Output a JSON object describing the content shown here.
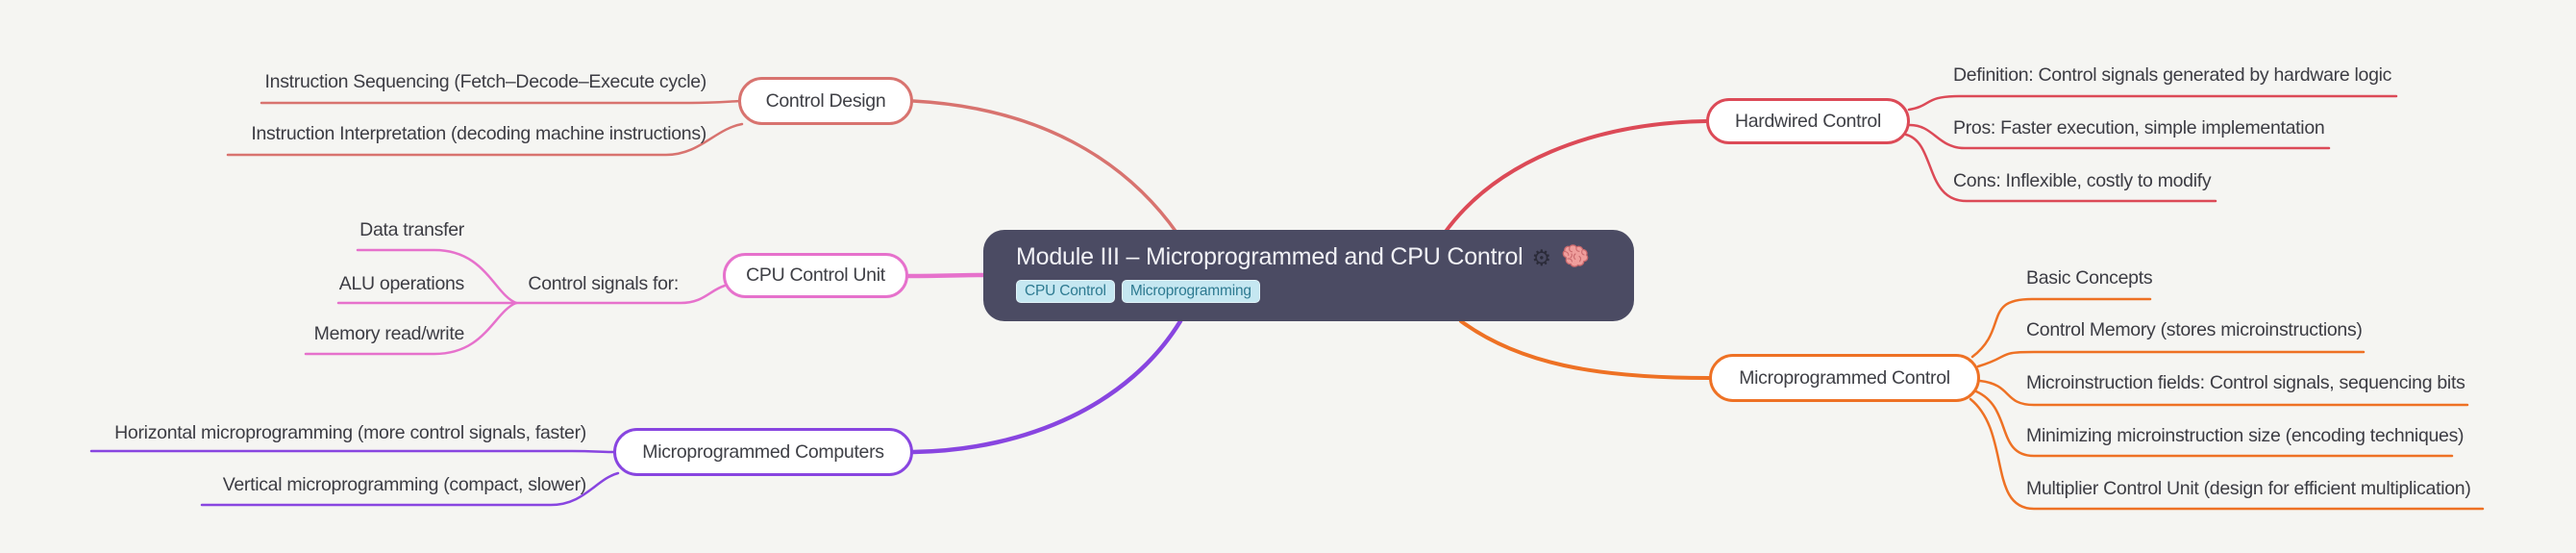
{
  "canvas": {
    "bg": "#f5f5f2"
  },
  "root": {
    "title": "Module III – Microprogrammed and CPU Control",
    "gear_glyph": "⚙",
    "icons": [
      "gear-icon",
      "brain-icon"
    ],
    "bg": "#4b4b63",
    "text_color": "#f2f2f6",
    "tag_bg": "#c5e7f1",
    "tag_text": "#2d7a91",
    "tags": [
      {
        "label": "CPU Control"
      },
      {
        "label": "Microprogramming"
      }
    ]
  },
  "branches": [
    {
      "label": "Control Design",
      "color": "#d8736f",
      "side": "left",
      "children": [
        {
          "label": "Instruction Sequencing (Fetch–Decode–Execute cycle)"
        },
        {
          "label": "Instruction Interpretation (decoding machine instructions)"
        }
      ]
    },
    {
      "label": "CPU Control Unit",
      "color": "#e671cc",
      "side": "left",
      "children": [
        {
          "label": "Control signals for:",
          "children": [
            {
              "label": "Data transfer"
            },
            {
              "label": "ALU operations"
            },
            {
              "label": "Memory read/write"
            }
          ]
        }
      ]
    },
    {
      "label": "Microprogrammed Computers",
      "color": "#8845e0",
      "side": "left",
      "children": [
        {
          "label": "Horizontal microprogramming (more control signals, faster)"
        },
        {
          "label": "Vertical microprogramming (compact, slower)"
        }
      ]
    },
    {
      "label": "Hardwired Control",
      "color": "#dc4a57",
      "side": "right",
      "children": [
        {
          "label": "Definition: Control signals generated by hardware logic"
        },
        {
          "label": "Pros: Faster execution, simple implementation"
        },
        {
          "label": "Cons: Inflexible, costly to modify"
        }
      ]
    },
    {
      "label": "Microprogrammed Control",
      "color": "#ee7124",
      "side": "right",
      "children": [
        {
          "label": "Basic Concepts"
        },
        {
          "label": "Control Memory (stores microinstructions)"
        },
        {
          "label": "Microinstruction fields: Control signals, sequencing bits"
        },
        {
          "label": "Minimizing microinstruction size (encoding techniques)"
        },
        {
          "label": "Multiplier Control Unit (design for efficient multiplication)"
        }
      ]
    }
  ]
}
